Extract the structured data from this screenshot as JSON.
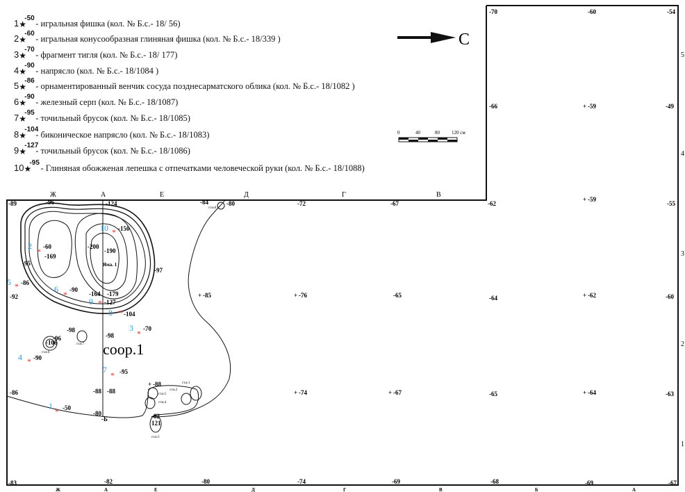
{
  "legend": [
    {
      "num": "1",
      "depth": "-50",
      "desc": "- игральная фишка (кол. № Б.с.- 18/ 56)"
    },
    {
      "num": "2",
      "depth": "-60",
      "desc": "- игральная конусообразная глиняная фишка (кол. № Б.с.- 18/339 )"
    },
    {
      "num": "3",
      "depth": "-70",
      "desc": "- фрагмент тигля (кол. № Б.с.- 18/ 177)"
    },
    {
      "num": "4",
      "depth": "-90",
      "desc": "- напрясло (кол. № Б.с.- 18/1084 )"
    },
    {
      "num": "5",
      "depth": "-86",
      "desc": "- орнаментированный венчик сосуда позднесарматского облика (кол. № Б.с.- 18/1082 )"
    },
    {
      "num": "6",
      "depth": "-90",
      "desc": "- железный серп (кол. № Б.с.- 18/1087)"
    },
    {
      "num": "7",
      "depth": "-95",
      "desc": "- точильный брусок (кол. № Б.с.- 18/1085)"
    },
    {
      "num": "8",
      "depth": "-104",
      "desc": "- биконическое напрясло (кол. № Б.с.- 18/1083)"
    },
    {
      "num": "9",
      "depth": "-127",
      "desc": "- точильный брусок (кол. № Б.с.- 18/1086)"
    },
    {
      "num": "10",
      "depth": "-95",
      "desc": "- Глиняная обожженая  лепешка с отпечатками человеческой руки (кол. № Б.с.- 18/1088)"
    }
  ],
  "north_label": "С",
  "scale": {
    "ticks": [
      "0",
      "40",
      "80",
      "120 см"
    ]
  },
  "structure_label": "соор.1",
  "pit_label": "Яма. 1",
  "colors": {
    "find_star": "#e0312f",
    "find_number": "#2a9ad8",
    "lines": "#111111"
  },
  "grid": {
    "top_letters": [
      "Ж",
      "А",
      "Е",
      "Д",
      "Г",
      "В"
    ],
    "bottom_letters": [
      "Ж",
      "А",
      "Е",
      "Д",
      "Г",
      "В",
      "Б",
      "А"
    ],
    "right_numbers": [
      "5",
      "4",
      "3",
      "2",
      "1"
    ]
  },
  "elevations": [
    {
      "id": "e-70",
      "text": "-70"
    },
    {
      "id": "e-60",
      "text": "-60"
    },
    {
      "id": "e-54",
      "text": "-54"
    },
    {
      "id": "e-66",
      "text": "-66"
    },
    {
      "id": "e-59a",
      "text": "-59"
    },
    {
      "id": "e-49",
      "text": "-49"
    },
    {
      "id": "e-89",
      "text": "-89"
    },
    {
      "id": "e-96t",
      "text": "-96"
    },
    {
      "id": "e-124",
      "text": "-124"
    },
    {
      "id": "e-84",
      "text": "-84"
    },
    {
      "id": "e-80t",
      "text": "-80"
    },
    {
      "id": "e-72",
      "text": "-72"
    },
    {
      "id": "e-67t",
      "text": "-67"
    },
    {
      "id": "e-62t",
      "text": "-62"
    },
    {
      "id": "e-59b",
      "text": "-59"
    },
    {
      "id": "e-55",
      "text": "-55"
    },
    {
      "id": "e-150",
      "text": "-150"
    },
    {
      "id": "e-200",
      "text": "-200"
    },
    {
      "id": "e-190",
      "text": "-190"
    },
    {
      "id": "e-169",
      "text": "-169"
    },
    {
      "id": "e-60f",
      "text": "-60"
    },
    {
      "id": "e-95l",
      "text": "-95"
    },
    {
      "id": "e-97",
      "text": "-97"
    },
    {
      "id": "e-86f",
      "text": "-86"
    },
    {
      "id": "e-90f6",
      "text": "-90"
    },
    {
      "id": "e-164",
      "text": "-164"
    },
    {
      "id": "e-179",
      "text": "-179"
    },
    {
      "id": "e-127",
      "text": "-127"
    },
    {
      "id": "e-104",
      "text": "-104"
    },
    {
      "id": "e-92",
      "text": "-92"
    },
    {
      "id": "e-85",
      "text": "-85"
    },
    {
      "id": "e-76",
      "text": "-76"
    },
    {
      "id": "e-65a",
      "text": "-65"
    },
    {
      "id": "e-64a",
      "text": "-64"
    },
    {
      "id": "e-62b",
      "text": "-62"
    },
    {
      "id": "e-60r",
      "text": "-60"
    },
    {
      "id": "e-98a",
      "text": "-98"
    },
    {
      "id": "e-98b",
      "text": "-98"
    },
    {
      "id": "e-70f",
      "text": "-70"
    },
    {
      "id": "e-96m",
      "text": "-96"
    },
    {
      "id": "e-106",
      "text": "-106"
    },
    {
      "id": "e-90f4",
      "text": "-90"
    },
    {
      "id": "e-95f",
      "text": "-95"
    },
    {
      "id": "e-86l",
      "text": "-86"
    },
    {
      "id": "e-88a",
      "text": "-88"
    },
    {
      "id": "e-88b",
      "text": "-88"
    },
    {
      "id": "e-88c",
      "text": "-88"
    },
    {
      "id": "e-74a",
      "text": "-74"
    },
    {
      "id": "e-67m",
      "text": "-67"
    },
    {
      "id": "e-65b",
      "text": "-65"
    },
    {
      "id": "e-64b",
      "text": "-64"
    },
    {
      "id": "e-63",
      "text": "-63"
    },
    {
      "id": "e-50",
      "text": "-50"
    },
    {
      "id": "e-80m",
      "text": "-80"
    },
    {
      "id": "e-b",
      "text": "-Б"
    },
    {
      "id": "e-82s",
      "text": "-82"
    },
    {
      "id": "e-121",
      "text": "121"
    },
    {
      "id": "e-83",
      "text": "-83"
    },
    {
      "id": "e-82b",
      "text": "-82"
    },
    {
      "id": "e-80b",
      "text": "-80"
    },
    {
      "id": "e-74b",
      "text": "-74"
    },
    {
      "id": "e-69a",
      "text": "-69"
    },
    {
      "id": "e-68",
      "text": "-68"
    },
    {
      "id": "e-69b",
      "text": "-69"
    },
    {
      "id": "e-67b",
      "text": "-67"
    }
  ],
  "post_labels": [
    "ст.я.1",
    "ст.я.2",
    "ст.я.3",
    "ст.я.4",
    "ст.я.5",
    "ст.я.6",
    "ст.я.7",
    "ст.я.8"
  ],
  "finds": [
    "1",
    "2",
    "3",
    "4",
    "5",
    "6",
    "7",
    "8",
    "9",
    "10"
  ]
}
